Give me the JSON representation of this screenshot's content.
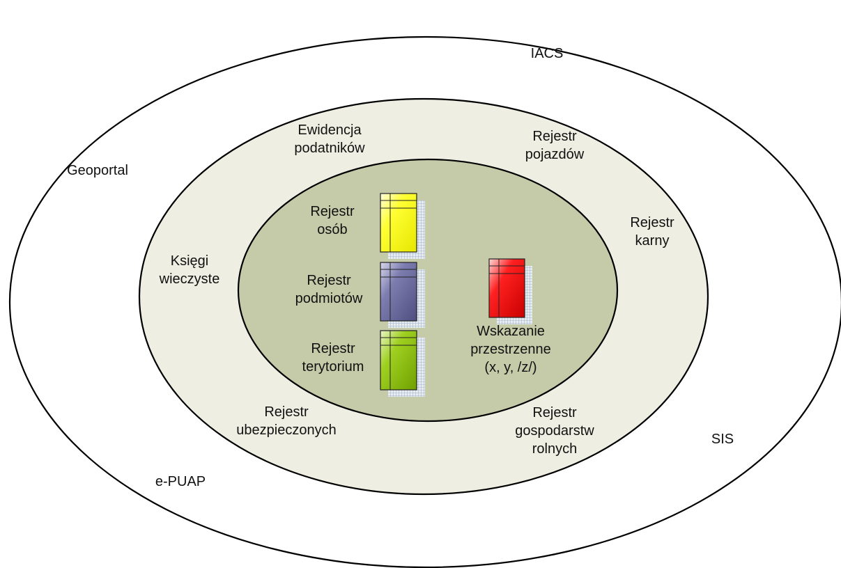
{
  "colors": {
    "outer_ellipse": "#ffffff",
    "middle_ellipse": "#eeeee2",
    "inner_ellipse": "#c5caa8",
    "stroke": "#000000",
    "table_yellow": "#ffff00",
    "table_blue": "#6b6b9e",
    "table_green": "#8fc400",
    "table_red": "#ee0000"
  },
  "outer_labels": {
    "iacs": "IACS",
    "geoportal": "Geoportal",
    "sis": "SIS",
    "epuap": "e-PUAP"
  },
  "middle_labels": {
    "ewidencja": [
      "Ewidencja",
      "podatników"
    ],
    "pojazdow": [
      "Rejestr",
      "pojazdów"
    ],
    "karny": [
      "Rejestr",
      "karny"
    ],
    "ksiegi": [
      "Księgi",
      "wieczyste"
    ],
    "ubezpieczonych": [
      "Rejestr",
      "ubezpieczonych"
    ],
    "gospodarstw": [
      "Rejestr",
      "gospodarstw",
      "rolnych"
    ]
  },
  "inner_labels": {
    "osob": [
      "Rejestr",
      "osób"
    ],
    "podmiotow": [
      "Rejestr",
      "podmiotów"
    ],
    "terytorium": [
      "Rejestr",
      "terytorium"
    ],
    "wskazanie": [
      "Wskazanie",
      "przestrzenne",
      "(x, y, /z/)"
    ]
  },
  "tables": [
    {
      "name": "table-osob-icon",
      "color_key": "table_yellow"
    },
    {
      "name": "table-podmiotow-icon",
      "color_key": "table_blue"
    },
    {
      "name": "table-terytorium-icon",
      "color_key": "table_green"
    },
    {
      "name": "table-wskazanie-icon",
      "color_key": "table_red"
    }
  ]
}
